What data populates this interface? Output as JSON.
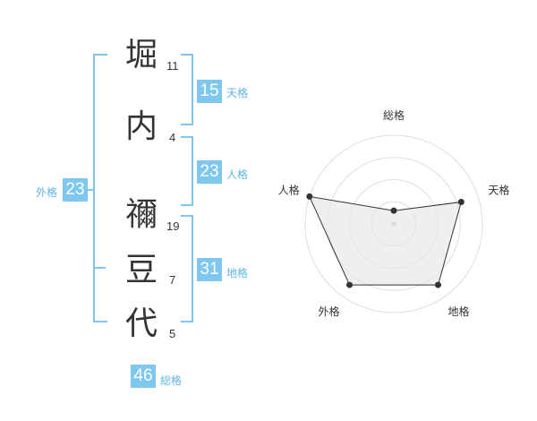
{
  "name_chars": [
    {
      "char": "堀",
      "strokes": "11"
    },
    {
      "char": "内",
      "strokes": "4"
    },
    {
      "char": "禰",
      "strokes": "19"
    },
    {
      "char": "豆",
      "strokes": "7"
    },
    {
      "char": "代",
      "strokes": "5"
    }
  ],
  "kakusu": {
    "tenkaku": {
      "value": "15",
      "label": "天格"
    },
    "jinkaku": {
      "value": "23",
      "label": "人格"
    },
    "chikaku": {
      "value": "31",
      "label": "地格"
    },
    "gaikaku": {
      "value": "23",
      "label": "外格"
    },
    "soukaku": {
      "value": "46",
      "label": "総格"
    }
  },
  "colors": {
    "accent": "#7ec8f0",
    "label": "#5fb4e6",
    "fill": "#f0f0f0",
    "stroke": "#333333"
  },
  "chart_data": {
    "type": "radar",
    "axes": [
      "総格",
      "天格",
      "地格",
      "外格",
      "人格"
    ],
    "values": [
      0.15,
      0.8,
      0.85,
      0.85,
      1.0
    ],
    "rings": 4
  }
}
